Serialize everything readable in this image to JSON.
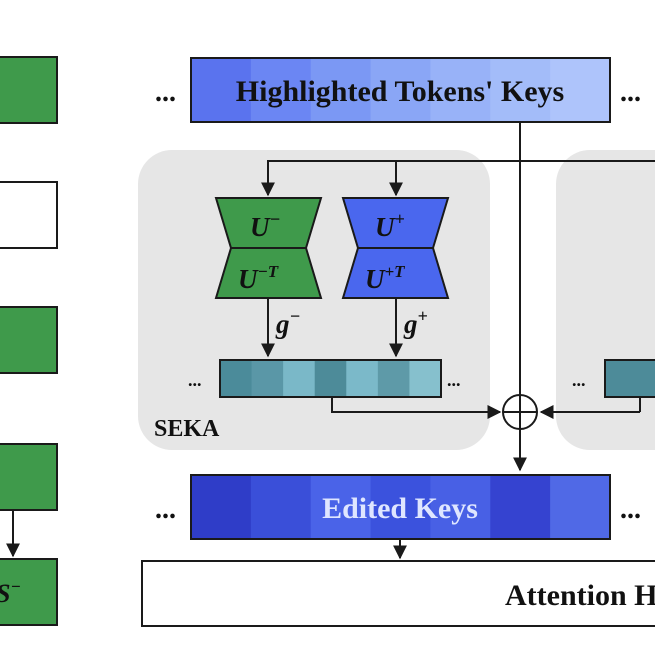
{
  "top_bar": {
    "label": "Highlighted Tokens' Keys",
    "colors": [
      "#5a73ee",
      "#6b86f3",
      "#7b98f4",
      "#8aa6f6",
      "#98b2f8",
      "#a3bcf9",
      "#aec4fb"
    ]
  },
  "ellipsis": "...",
  "seka": {
    "label": "SEKA",
    "projector_neg": {
      "top_label": "U",
      "top_sup": "−",
      "bottom_label": "U",
      "bottom_sup": "−T",
      "color": "#3f9a4b"
    },
    "projector_pos": {
      "top_label": "U",
      "top_sup": "+",
      "bottom_label": "U",
      "bottom_sup": "+T",
      "color": "#4a67ee"
    },
    "gain_neg": {
      "label": "g",
      "sup": "−"
    },
    "gain_pos": {
      "label": "g",
      "sup": "+"
    },
    "vector_colors": [
      "#4b8b9a",
      "#5a97a7",
      "#7ab8c8",
      "#4d8b99",
      "#7bb9c9",
      "#5e9aa8",
      "#86c0cd"
    ]
  },
  "edited_bar": {
    "label": "Edited Keys",
    "colors": [
      "#2f3dc8",
      "#3a4fd9",
      "#4a63e8",
      "#3b52dd",
      "#4860e5",
      "#3543d0",
      "#5069e6"
    ]
  },
  "attention_box": {
    "label": "Attention H"
  },
  "left_partial_label": "S",
  "left_partial_sup": "−",
  "colors": {
    "green": "#3f9a4b",
    "panel": "#e6e6e6",
    "line": "#1a1a1a"
  }
}
